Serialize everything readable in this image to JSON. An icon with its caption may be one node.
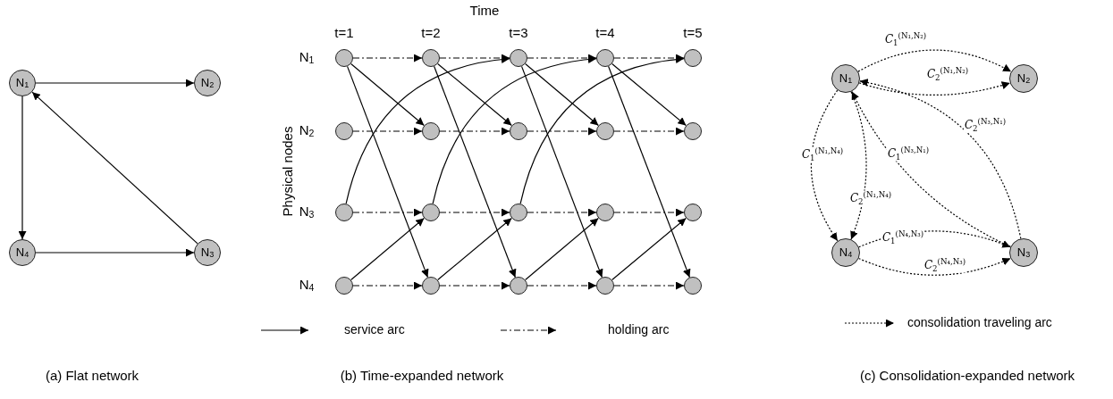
{
  "diagram": {
    "nodes": [
      {
        "text": [
          "N$_{1}$"
        ]
      },
      {
        "text": [
          "N$_{2}$"
        ]
      },
      {
        "text": [
          "N$_{4}$"
        ]
      },
      {
        "text": [
          "N$_{3}$"
        ]
      },
      {
        "text": [],
        "shape": "circle"
      },
      {
        "text": [],
        "shape": "circle"
      },
      {
        "text": [],
        "shape": "circle"
      },
      {
        "text": [],
        "shape": "circle"
      },
      {
        "text": [],
        "shape": "circle"
      },
      {
        "text": [],
        "shape": "circle"
      },
      {
        "text": [],
        "shape": "circle"
      },
      {
        "text": [],
        "shape": "circle"
      },
      {
        "text": [],
        "shape": "circle"
      },
      {
        "text": [],
        "shape": "circle"
      },
      {
        "text": [],
        "shape": "circle"
      },
      {
        "text": [],
        "shape": "circle"
      },
      {
        "text": [],
        "shape": "circle"
      },
      {
        "text": [],
        "shape": "circle"
      },
      {
        "text": [],
        "shape": "circle"
      },
      {
        "text": [],
        "shape": "circle"
      },
      {
        "text": [],
        "shape": "circle"
      },
      {
        "text": [],
        "shape": "circle"
      },
      {
        "text": [],
        "shape": "circle"
      },
      {
        "text": [],
        "shape": "circle"
      },
      {
        "text": [
          "N$_{1}$"
        ]
      },
      {
        "text": [
          "N$_{2}$"
        ]
      },
      {
        "text": [
          "N$_{4}$"
        ]
      },
      {
        "text": [
          "N$_{3}$"
        ]
      }
    ],
    "edges": [
      {
        "from": 0,
        "to": 1,
        "arrow": "to"
      },
      {
        "from": 0,
        "to": 2,
        "arrow": "to"
      },
      {
        "from": 2,
        "to": 3,
        "arrow": "to"
      },
      {
        "from": 3,
        "to": 0,
        "arrow": "to"
      },
      {
        "from": 4,
        "to": 5,
        "arrow": "to",
        "style": "dashed"
      },
      {
        "from": 5,
        "to": 6,
        "arrow": "to",
        "style": "dashed"
      },
      {
        "from": 6,
        "to": 7,
        "arrow": "to",
        "style": "dashed"
      },
      {
        "from": 7,
        "to": 8,
        "arrow": "to",
        "style": "dashed"
      },
      {
        "from": 9,
        "to": 10,
        "arrow": "to",
        "style": "dashed"
      },
      {
        "from": 10,
        "to": 11,
        "arrow": "to",
        "style": "dashed"
      },
      {
        "from": 11,
        "to": 12,
        "arrow": "to",
        "style": "dashed"
      },
      {
        "from": 12,
        "to": 13,
        "arrow": "to",
        "style": "dashed"
      },
      {
        "from": 14,
        "to": 15,
        "arrow": "to",
        "style": "dashed"
      },
      {
        "from": 15,
        "to": 16,
        "arrow": "to",
        "style": "dashed"
      },
      {
        "from": 16,
        "to": 17,
        "arrow": "to",
        "style": "dashed"
      },
      {
        "from": 17,
        "to": 18,
        "arrow": "to",
        "style": "dashed"
      },
      {
        "from": 19,
        "to": 20,
        "arrow": "to",
        "style": "dashed"
      },
      {
        "from": 20,
        "to": 21,
        "arrow": "to",
        "style": "dashed"
      },
      {
        "from": 21,
        "to": 22,
        "arrow": "to",
        "style": "dashed"
      },
      {
        "from": 22,
        "to": 23,
        "arrow": "to",
        "style": "dashed"
      },
      {
        "from": 4,
        "to": 10,
        "arrow": "to"
      },
      {
        "from": 5,
        "to": 11,
        "arrow": "to"
      },
      {
        "from": 6,
        "to": 12,
        "arrow": "to"
      },
      {
        "from": 7,
        "to": 13,
        "arrow": "to"
      },
      {
        "from": 4,
        "to": 20,
        "arrow": "to"
      },
      {
        "from": 5,
        "to": 21,
        "arrow": "to"
      },
      {
        "from": 6,
        "to": 22,
        "arrow": "to"
      },
      {
        "from": 7,
        "to": 23,
        "arrow": "to"
      },
      {
        "from": 14,
        "to": 6,
        "arrow": "to"
      },
      {
        "from": 15,
        "to": 7,
        "arrow": "to"
      },
      {
        "from": 16,
        "to": 8,
        "arrow": "to"
      },
      {
        "from": 19,
        "to": 15,
        "arrow": "to"
      },
      {
        "from": 20,
        "to": 16,
        "arrow": "to"
      },
      {
        "from": 21,
        "to": 17,
        "arrow": "to"
      },
      {
        "from": 22,
        "to": 18,
        "arrow": "to"
      },
      {
        "from": 24,
        "to": 25,
        "arrow": "to",
        "style": "dashed",
        "label": "*C*$_{1}$$^{(N₁,N₂)}$"
      },
      {
        "from": 24,
        "to": 25,
        "arrow": "to",
        "style": "dashed",
        "label": "*C*$_{2}$$^{(N₁,N₂)}$"
      },
      {
        "from": 24,
        "to": 26,
        "arrow": "to",
        "style": "dashed",
        "label": "*C*$_{1}$$^{(N₁,N₄)}$"
      },
      {
        "from": 24,
        "to": 26,
        "arrow": "to",
        "style": "dashed",
        "label": "*C*$_{2}$$^{(N₁,N₄)}$"
      },
      {
        "from": 27,
        "to": 24,
        "arrow": "to",
        "style": "dashed",
        "label": "*C*$_{1}$$^{(N₃,N₁)}$"
      },
      {
        "from": 27,
        "to": 24,
        "arrow": "to",
        "style": "dashed",
        "label": "*C*$_{2}$$^{(N₃,N₁)}$"
      },
      {
        "from": 26,
        "to": 27,
        "arrow": "to",
        "style": "dashed",
        "label": "*C*$_{1}$$^{(N₄,N₃)}$"
      },
      {
        "from": 26,
        "to": 27,
        "arrow": "to",
        "style": "dashed",
        "label": "*C*$_{2}$$^{(N₄,N₃)}$"
      }
    ],
    "labels": [
      "Time",
      "t=1",
      "t=2",
      "t=3",
      "t=4",
      "t=5",
      "Physical nodes",
      "N$_{1}$",
      "N$_{2}$",
      "N$_{3}$",
      "N$_{4}$",
      "(a) Flat network",
      "(b) Time-expanded network",
      "(c) Consolidation-expanded network"
    ],
    "legend": [
      {
        "text": "service arc"
      },
      {
        "text": "holding arc"
      },
      {
        "text": "consolidation traveling arc"
      }
    ]
  }
}
